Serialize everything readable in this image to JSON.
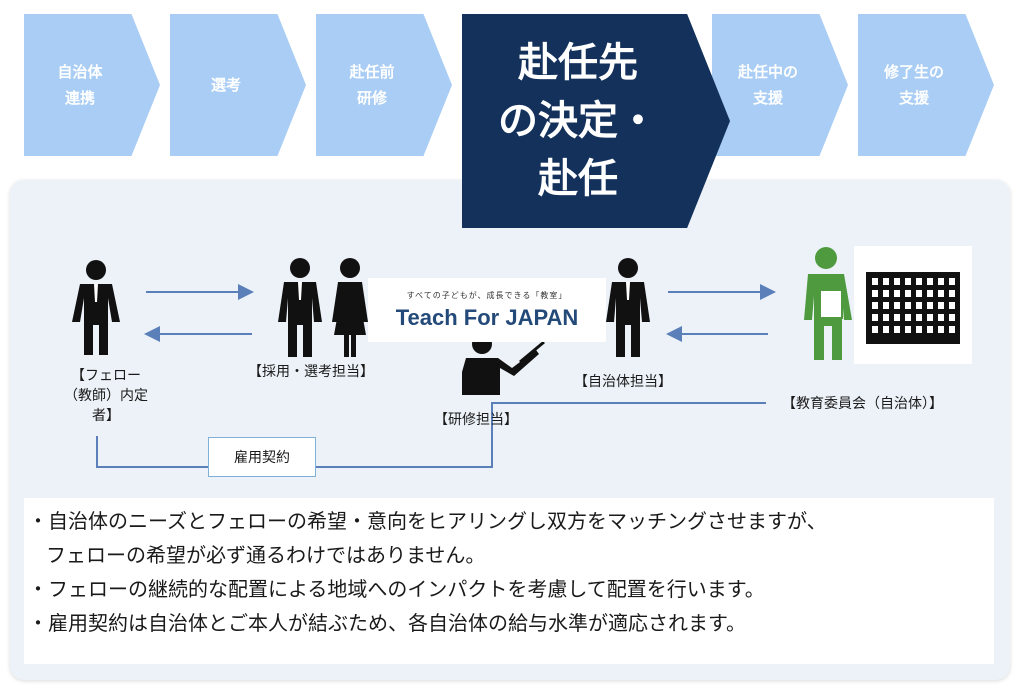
{
  "steps": [
    {
      "line1": "自治体",
      "line2": "連携"
    },
    {
      "line1": "選考",
      "line2": ""
    },
    {
      "line1": "赴任前",
      "line2": "研修"
    },
    {
      "line1": "赴任先",
      "line2": "の決定・",
      "line3": "赴任"
    },
    {
      "line1": "赴任中の",
      "line2": "支援"
    },
    {
      "line1": "修了生の",
      "line2": "支援"
    }
  ],
  "roles": {
    "fellow": {
      "line1": "【フェロー",
      "line2": "（教師）内定",
      "line3": "者】"
    },
    "recruiting": "【採用・選考担当】",
    "training": "【研修担当】",
    "municipality": "【自治体担当】",
    "board": "【教育委員会（自治体）】"
  },
  "logo": {
    "tagline": "すべての子どもが、成長できる「教室」",
    "name": "Teach For JAPAN"
  },
  "contract_label": "雇用契約",
  "bullets": {
    "b1_line1": "・自治体のニーズとフェローの希望・意向をヒアリングし双方をマッチングさせますが、",
    "b1_line2": "フェローの希望が必ず通るわけではありません。",
    "b2": "・フェローの継続的な配置による地域へのインパクトを考慮して配置を行います。",
    "b3": "・雇用契約は自治体とご本人が結ぶため、各自治体の給与水準が適応されます。"
  },
  "colors": {
    "step_light": "#a9cdf4",
    "step_active": "#13315b",
    "panel": "#ecf2f8",
    "arrow": "#5b7fb8",
    "board_figure": "#4f9a3f"
  }
}
